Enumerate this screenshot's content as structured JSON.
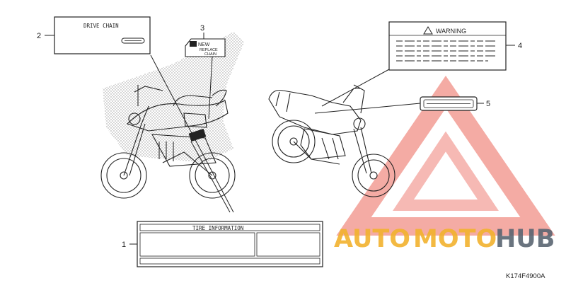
{
  "callouts": {
    "c1": "1",
    "c2": "2",
    "c3": "3",
    "c4": "4",
    "c5": "5"
  },
  "labels": {
    "drive_chain": "DRIVE CHAIN",
    "new": "NEW",
    "replace": "REPLACE",
    "chain": "CHAIN",
    "warning": "WARNING",
    "tire_information": "TIRE INFORMATION"
  },
  "watermark": {
    "part1": "AUTO",
    "part2": "MOTO",
    "part3": "HUB",
    "color_orange": "#f2b22e",
    "color_red": "#e84a3c",
    "color_dark": "#5a6572"
  },
  "diagram_code": "K174F4900A"
}
